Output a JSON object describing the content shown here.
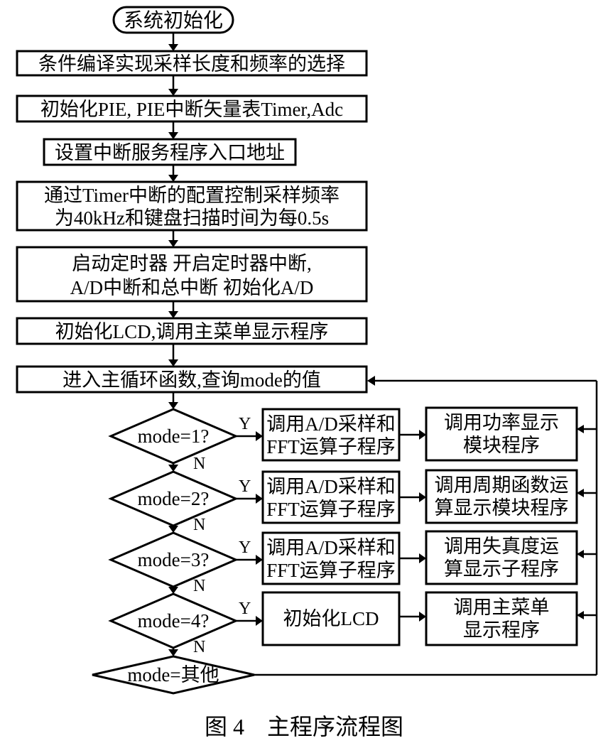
{
  "diagram": {
    "start": "系统初始化",
    "steps": [
      [
        "条件编译实现采样长度和频率的选择"
      ],
      [
        "初始化PIE, PIE中断矢量表Timer,Adc"
      ],
      [
        "设置中断服务程序入口地址"
      ],
      [
        "通过Timer中断的配置控制采样频率",
        "为40kHz和键盘扫描时间为每0.5s"
      ],
      [
        "启动定时器 开启定时器中断,",
        "A/D中断和总中断 初始化A/D"
      ],
      [
        "初始化LCD,调用主菜单显示程序"
      ],
      [
        "进入主循环函数,查询mode的值"
      ]
    ],
    "decisions": [
      "mode=1?",
      "mode=2?",
      "mode=3?",
      "mode=4?",
      "mode=其他"
    ],
    "yes_label": "Y",
    "no_label": "N",
    "branches": [
      {
        "first": [
          "调用A/D采样和",
          "FFT运算子程序"
        ],
        "second": [
          "调用功率显示",
          "模块程序"
        ]
      },
      {
        "first": [
          "调用A/D采样和",
          "FFT运算子程序"
        ],
        "second": [
          "调用周期函数运",
          "算显示模块程序"
        ]
      },
      {
        "first": [
          "调用A/D采样和",
          "FFT运算子程序"
        ],
        "second": [
          "调用失真度运",
          "算显示子程序"
        ]
      },
      {
        "first": [
          "初始化LCD"
        ],
        "second": [
          "调用主菜单",
          "显示程序"
        ]
      }
    ]
  },
  "caption": "图 4    主程序流程图"
}
